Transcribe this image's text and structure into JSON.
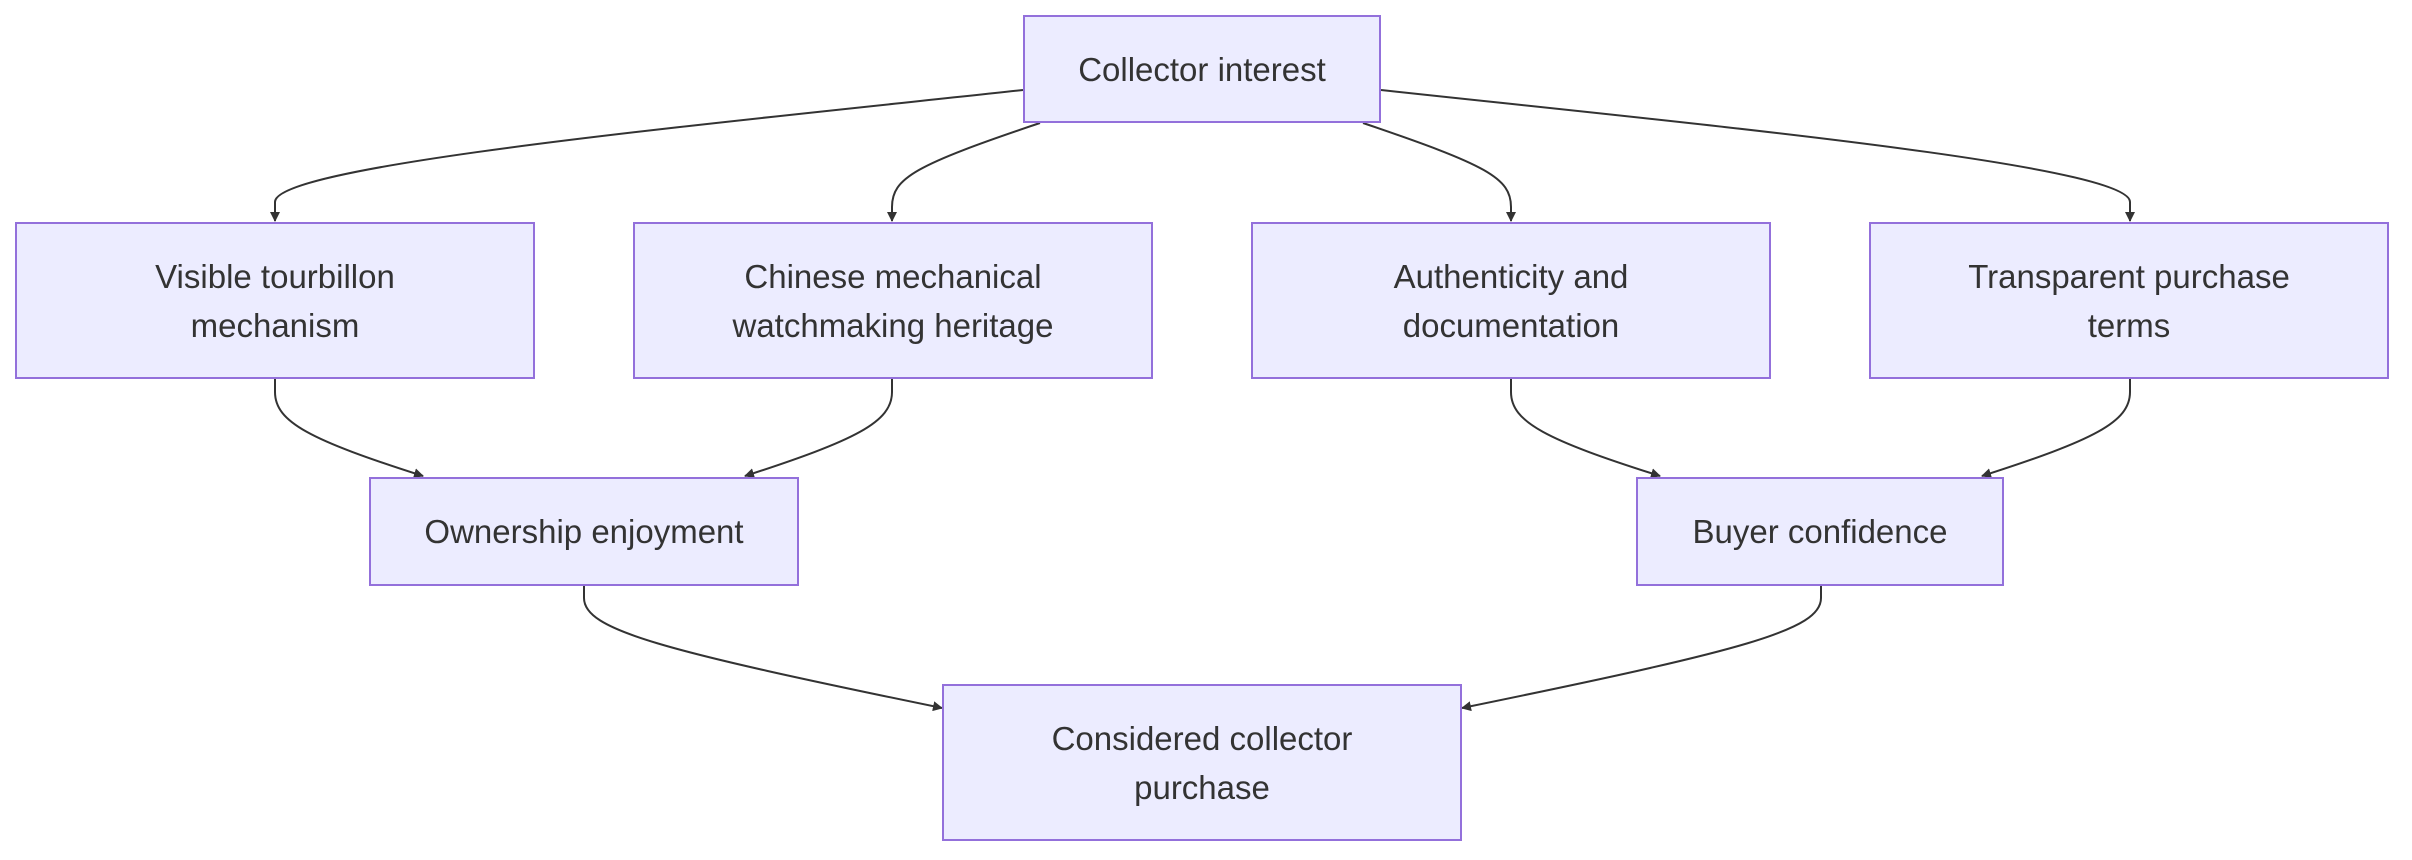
{
  "diagram": {
    "type": "flowchart",
    "nodes": {
      "collector_interest": "Collector interest",
      "visible_tourbillon": "Visible tourbillon mechanism",
      "chinese_heritage": "Chinese mechanical watchmaking heritage",
      "authenticity_docs": "Authenticity and documentation",
      "transparent_terms": "Transparent purchase terms",
      "ownership_enjoyment": "Ownership enjoyment",
      "buyer_confidence": "Buyer confidence",
      "considered_purchase": "Considered collector purchase"
    },
    "edges": [
      {
        "from": "collector_interest",
        "to": "visible_tourbillon"
      },
      {
        "from": "collector_interest",
        "to": "chinese_heritage"
      },
      {
        "from": "collector_interest",
        "to": "authenticity_docs"
      },
      {
        "from": "collector_interest",
        "to": "transparent_terms"
      },
      {
        "from": "visible_tourbillon",
        "to": "ownership_enjoyment"
      },
      {
        "from": "chinese_heritage",
        "to": "ownership_enjoyment"
      },
      {
        "from": "authenticity_docs",
        "to": "buyer_confidence"
      },
      {
        "from": "transparent_terms",
        "to": "buyer_confidence"
      },
      {
        "from": "ownership_enjoyment",
        "to": "considered_purchase"
      },
      {
        "from": "buyer_confidence",
        "to": "considered_purchase"
      }
    ],
    "colors": {
      "node_fill": "#ececff",
      "node_border": "#9370db",
      "text": "#333333",
      "edge": "#333333"
    }
  }
}
